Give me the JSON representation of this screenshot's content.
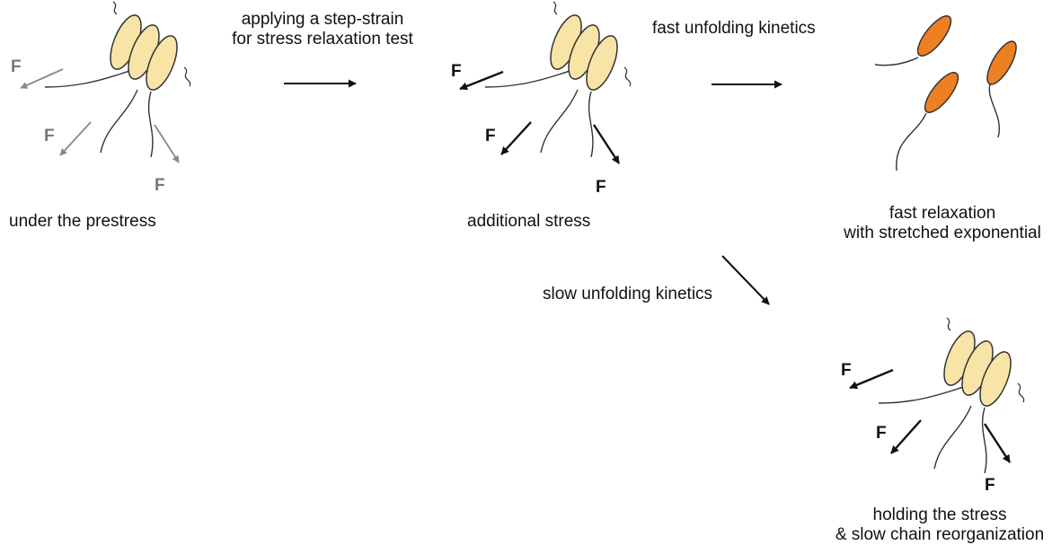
{
  "colors": {
    "ellipse_fill": "#f8e4a6",
    "ellipse_unfolded": "#ee7f22",
    "stroke": "#333333",
    "arrow_dark": "#111111",
    "arrow_grey": "#888888",
    "label_grey": "#777777"
  },
  "force_label": "F",
  "captions": {
    "prestress": "under the prestress",
    "step_strain_1": "applying a step-strain",
    "step_strain_2": "for stress relaxation test",
    "additional": "additional stress",
    "fast_kinetics": "fast unfolding kinetics",
    "fast_relax_1": "fast relaxation",
    "fast_relax_2": "with stretched exponential",
    "slow_kinetics": "slow unfolding kinetics",
    "holding_1": "holding the stress",
    "holding_2": "& slow chain reorganization"
  }
}
